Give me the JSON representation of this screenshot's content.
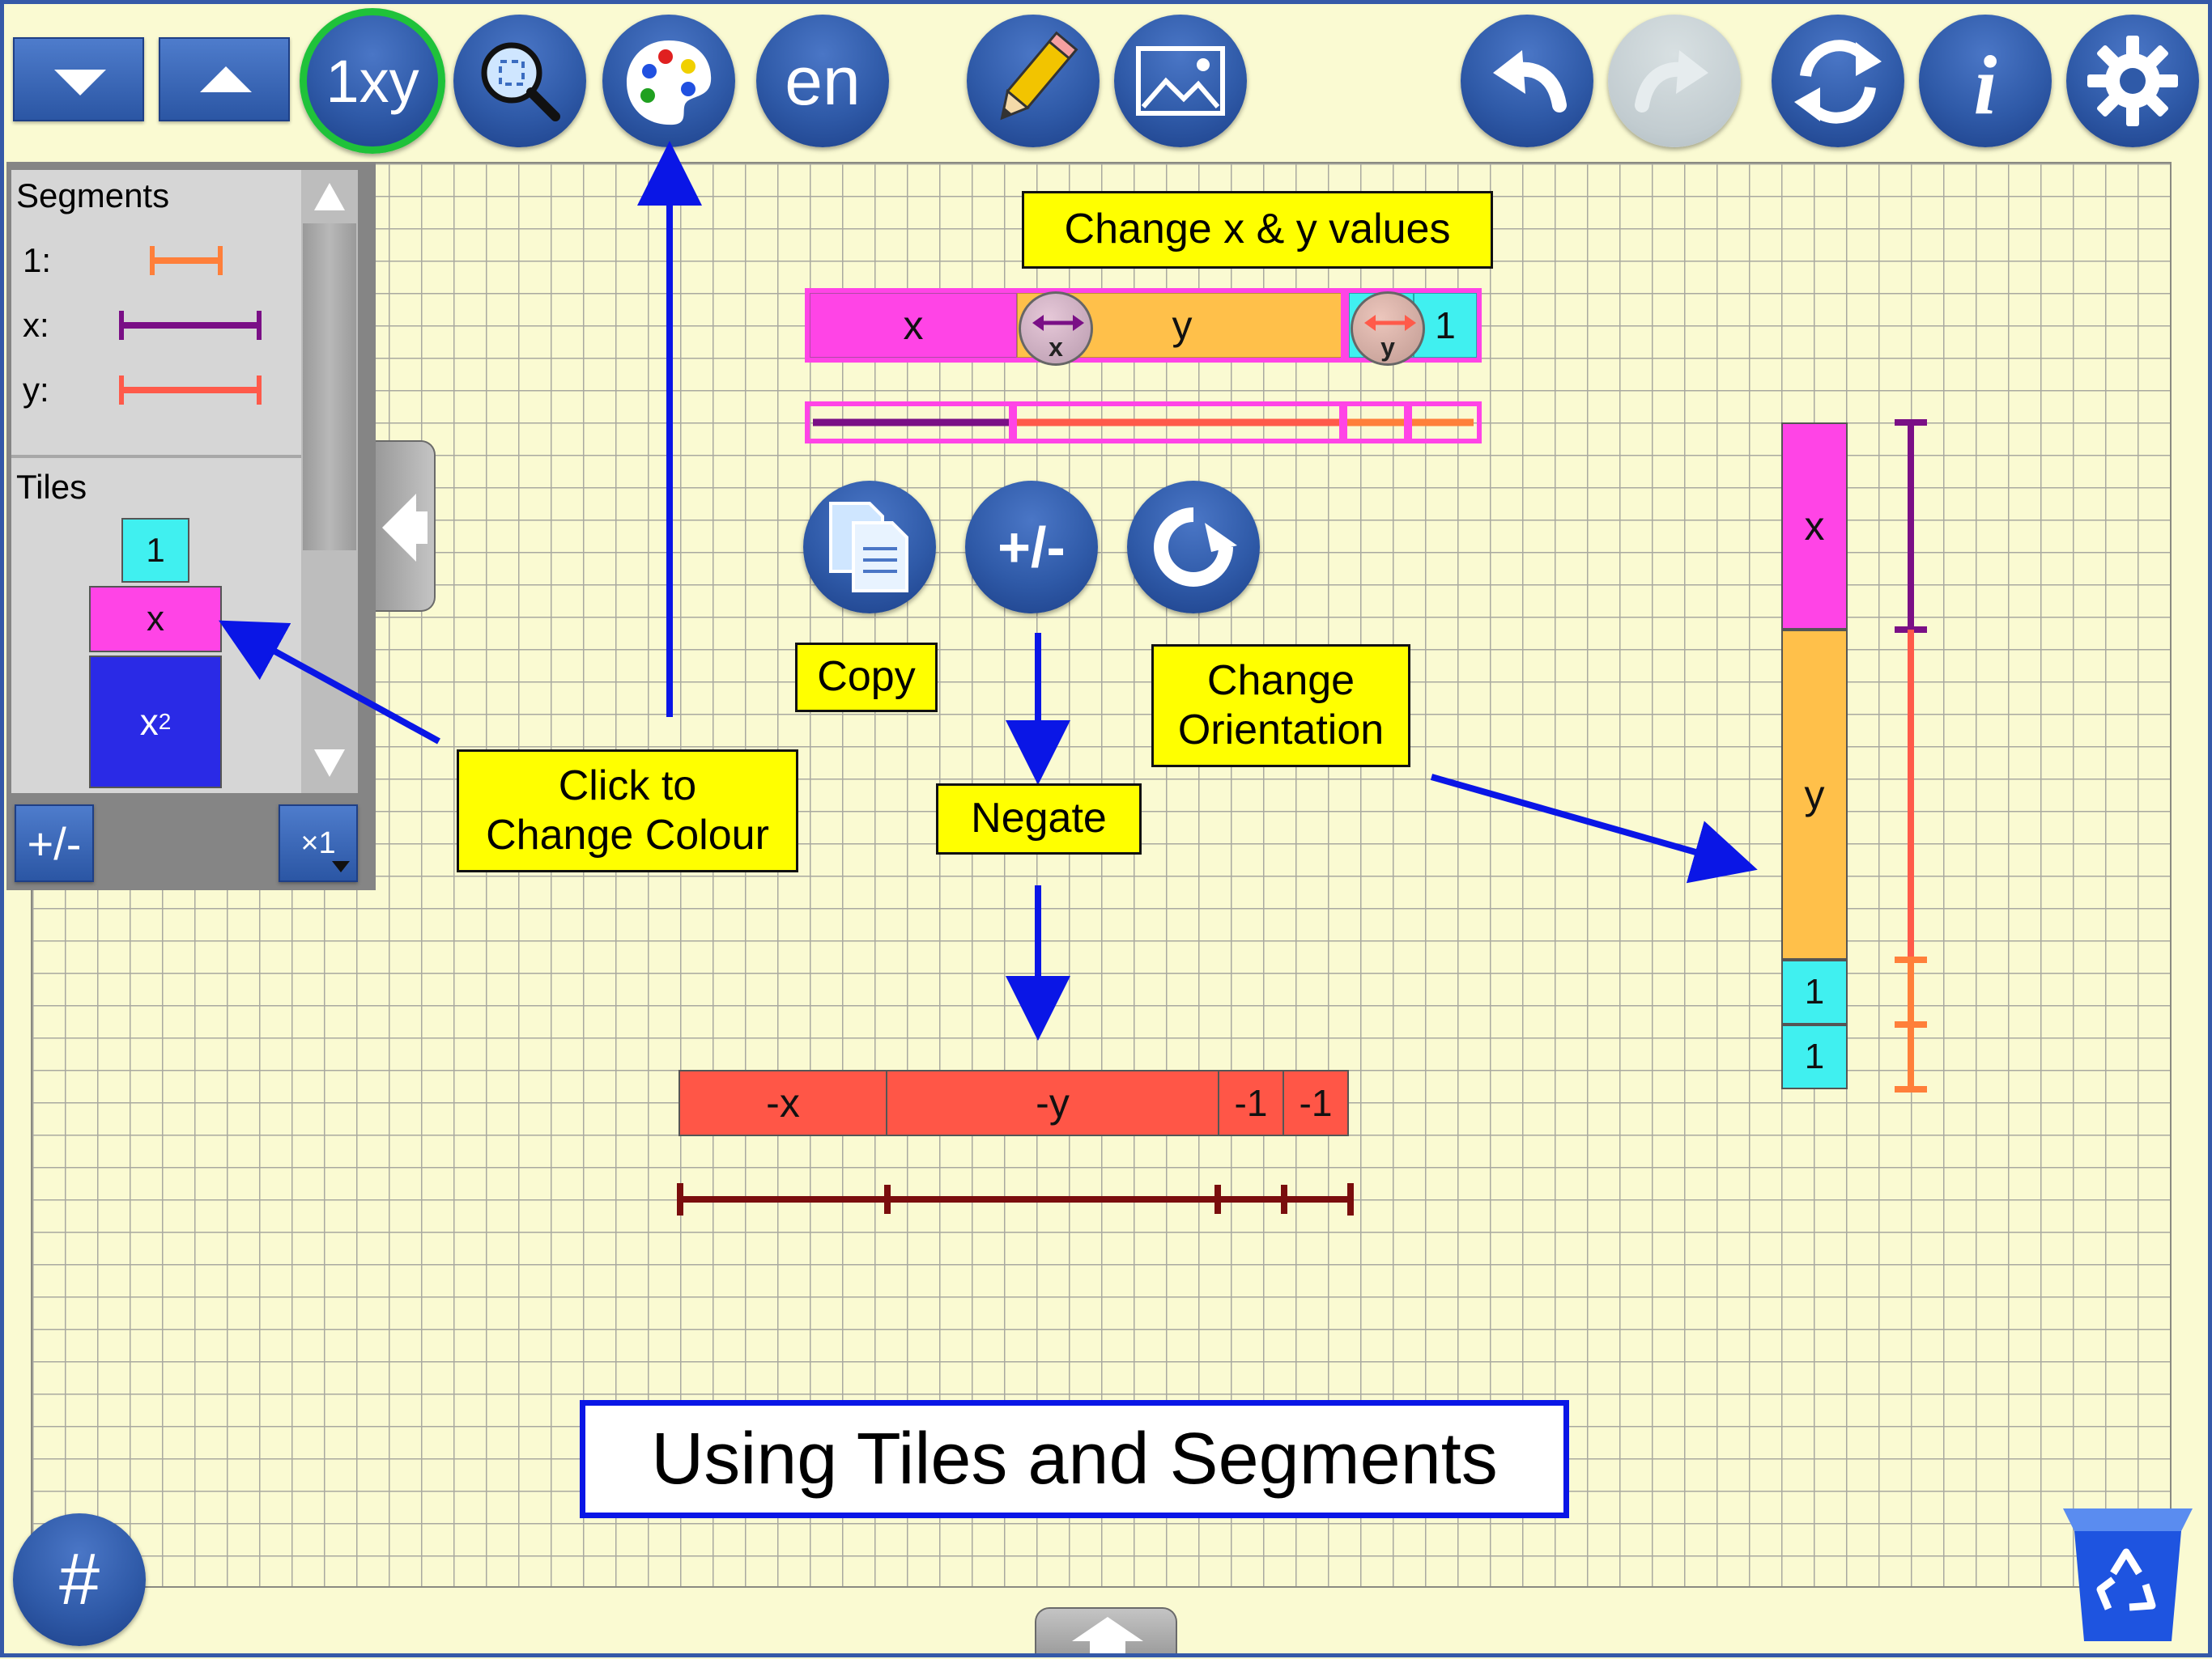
{
  "toolbar": {
    "scroll_down_label": "",
    "scroll_up_label": "",
    "mode_label": "1xy",
    "language_label": "en",
    "icons": [
      "chevron-down-icon",
      "chevron-up-icon",
      "zoom-fit-icon",
      "palette-icon",
      "pencil-icon",
      "image-icon",
      "undo-icon",
      "redo-icon",
      "refresh-icon",
      "info-icon",
      "settings-gear-icon"
    ]
  },
  "panel": {
    "segments_heading": "Segments",
    "segment_items": [
      {
        "label": "1:",
        "color": "#ff7f3a"
      },
      {
        "label": "x:",
        "color": "#7a0f86"
      },
      {
        "label": "y:",
        "color": "#ff5a4a"
      }
    ],
    "tiles_heading": "Tiles",
    "tiles": [
      {
        "label": "1",
        "color": "#40f0f0"
      },
      {
        "label": "x",
        "color": "#ff44e6"
      },
      {
        "label": "x",
        "sup": "2",
        "color": "#2a2ae6"
      }
    ],
    "negate_label": "+/-",
    "multiplier_label": "×1"
  },
  "callouts": {
    "change_values": "Change x & y values",
    "copy": "Copy",
    "negate": "Negate",
    "change_orientation_line1": "Change",
    "change_orientation_line2": "Orientation",
    "change_colour_line1": "Click to",
    "change_colour_line2": "Change Colour"
  },
  "actions": {
    "negate_button_label": "+/-"
  },
  "horizontal_tiles": {
    "x": "x",
    "y": "y",
    "one": "1",
    "handle_x": "x",
    "handle_y": "y"
  },
  "negated_tiles": {
    "neg_x": "-x",
    "neg_y": "-y",
    "neg_one_a": "-1",
    "neg_one_b": "-1"
  },
  "vertical_tiles": {
    "x": "x",
    "y": "y",
    "one_a": "1",
    "one_b": "1"
  },
  "title": "Using Tiles and Segments",
  "bottom": {
    "grid_button_label": "#"
  },
  "colors": {
    "background": "#fafad2",
    "accent_blue": "#2f5aa8",
    "callout_yellow": "#ffff00",
    "x_tile": "#ff44e6",
    "y_tile": "#ffc04a",
    "one_tile": "#40f0f0",
    "negative_tile": "#ff5647",
    "x_segment": "#7a0f86",
    "y_segment": "#ff5a4a",
    "one_segment": "#ff7f3a",
    "negative_segment": "#7a0d0d"
  }
}
